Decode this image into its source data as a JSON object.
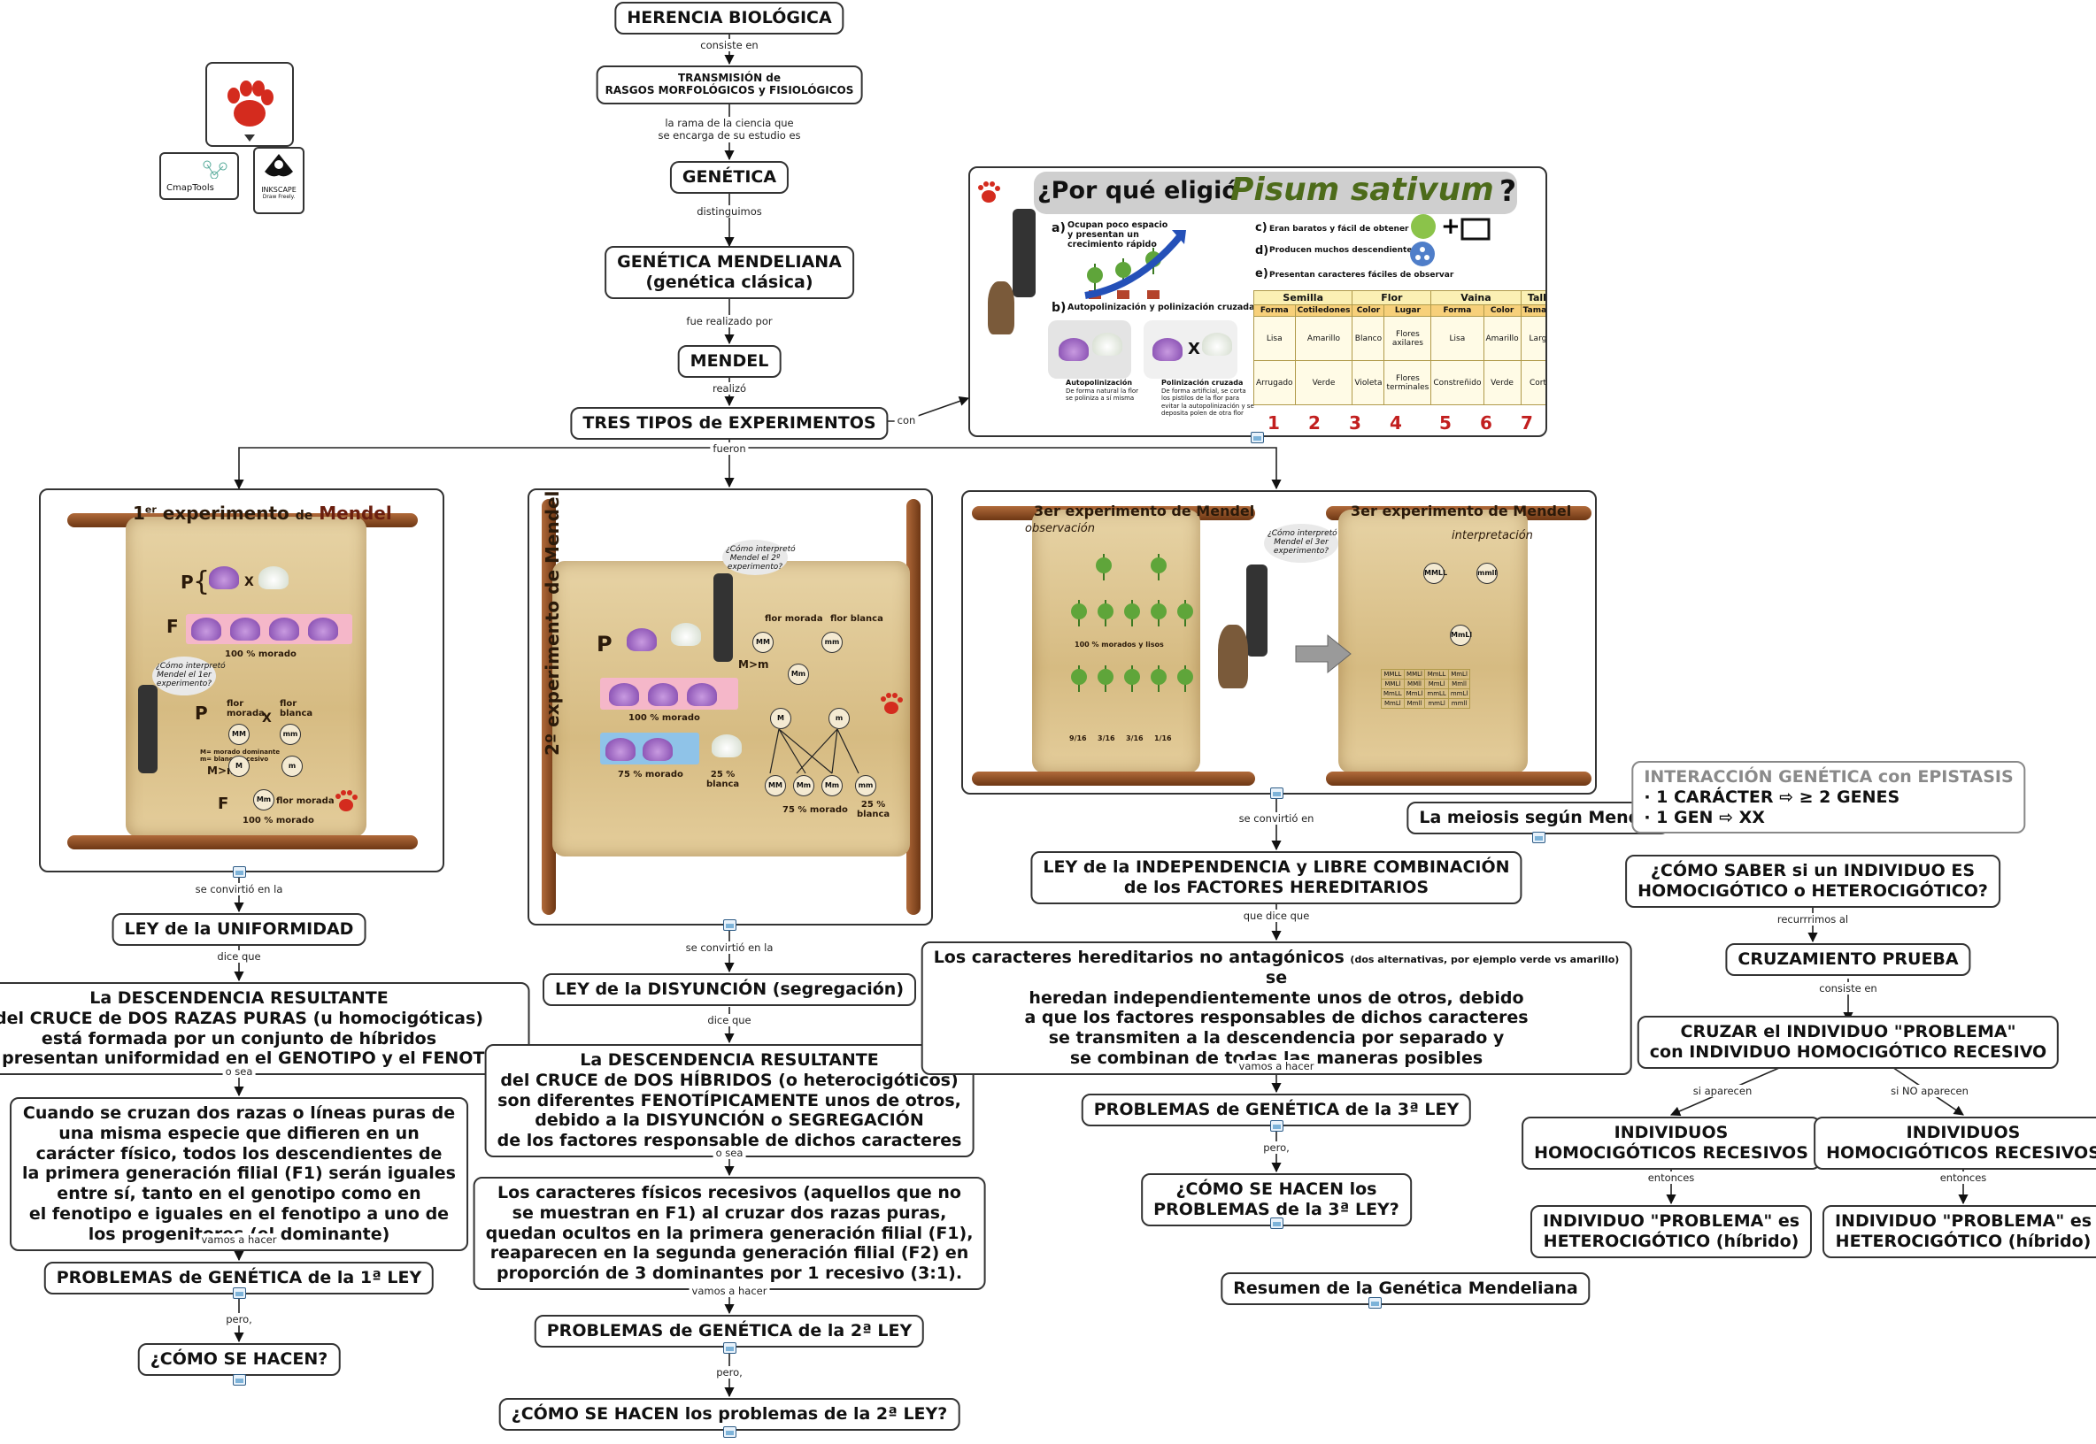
{
  "nodes": {
    "herencia": "HERENCIA BIOLÓGICA",
    "transmision_1": "TRANSMISIÓN de",
    "transmision_2": "RASGOS MORFOLÓGICOS y FISIOLÓGICOS",
    "genetica": "GENÉTICA",
    "mendeliana_1": "GENÉTICA MENDELIANA",
    "mendeliana_2": "(genética clásica)",
    "mendel": "MENDEL",
    "tres_tipos": "TRES TIPOS de EXPERIMENTOS",
    "ley_uniformidad": "LEY de la UNIFORMIDAD",
    "uniformidad_desc": "La DESCENDENCIA RESULTANTE\ndel CRUCE de DOS RAZAS PURAS (u homocigóticas)\nestá formada por un conjunto de híbridos\nque presentan uniformidad en el GENOTIPO y el FENOTIPO",
    "uniformidad_detalle": "Cuando se cruzan dos razas o líneas puras de\nuna misma especie que difieren en un\ncarácter físico, todos los descendientes de\nla primera generación filial (F1) serán iguales\nentre sí, tanto en el genotipo como en\nel fenotipo e iguales en el fenotipo a uno de\nlos progenitores (el dominante)",
    "problemas_1": "PROBLEMAS de GENÉTICA de la 1ª LEY",
    "como_1": "¿CÓMO SE HACEN?",
    "ley_disyuncion": "LEY de la DISYUNCIÓN (segregación)",
    "disyuncion_desc": "La DESCENDENCIA RESULTANTE\ndel CRUCE de DOS HÍBRIDOS (o heterocigóticos)\nson diferentes FENOTÍPICAMENTE unos de otros,\ndebido a la DISYUNCIÓN o SEGREGACIÓN\nde los factores responsable de dichos caracteres",
    "disyuncion_detalle": "Los caracteres físicos recesivos (aquellos que no\nse muestran en F1) al cruzar dos razas puras,\nquedan ocultos en la primera generación filial (F1),\nreaparecen en la segunda generación filial (F2) en\nproporción de 3 dominantes por 1 recesivo (3:1).",
    "problemas_2": "PROBLEMAS de GENÉTICA de la 2ª LEY",
    "como_2": "¿CÓMO SE HACEN los problemas de la 2ª LEY?",
    "ley_independencia_1": "LEY de la INDEPENDENCIA y LIBRE COMBINACIÓN",
    "ley_independencia_2": "de los FACTORES HEREDITARIOS",
    "independencia_desc_1": "Los caracteres hereditarios no antagónicos",
    "independencia_desc_small": "(dos alternativas, por ejemplo verde vs amarillo)",
    "independencia_desc_2": "se\nheredan independientemente unos de otros, debido\na que los factores responsables de dichos caracteres\nse transmiten a la descendencia por separado y\nse combinan de todas las maneras posibles",
    "problemas_3": "PROBLEMAS de GENÉTICA de la 3ª LEY",
    "como_3": "¿CÓMO SE HACEN los\nPROBLEMAS de la 3ª LEY?",
    "meiosis": "La meiosis según Mendel",
    "resumen": "Resumen de la Genética Mendeliana",
    "epistasis_title": "INTERACCIÓN GENÉTICA con EPISTASIS",
    "epistasis_1": "· 1 CARÁCTER ⇨ ≥ 2 GENES",
    "epistasis_2": "· 1 GEN ⇨ XX",
    "como_saber": "¿CÓMO SABER si un INDIVIDUO ES\nHOMOCIGÓTICO o HETEROCIGÓTICO?",
    "cruzamiento": "CRUZAMIENTO PRUEBA",
    "cruzar": "CRUZAR el INDIVIDUO \"PROBLEMA\"\ncon INDIVIDUO HOMOCIGÓTICO RECESIVO",
    "individuos_a": "INDIVIDUOS\nHOMOCIGÓTICOS RECESIVOS",
    "individuos_b": "INDIVIDUOS\nHOMOCIGÓTICOS RECESIVOS",
    "problema_a": "INDIVIDUO \"PROBLEMA\" es\nHETEROCIGÓTICO (híbrido)",
    "problema_b": "INDIVIDUO \"PROBLEMA\" es\nHETEROCIGÓTICO (híbrido)"
  },
  "links": {
    "consiste_en": "consiste en",
    "rama": "la rama de la ciencia que\nse encarga de su estudio es",
    "distinguimos": "distinguimos",
    "fue_realizado": "fue realizado por",
    "realizo": "realizó",
    "con": "con",
    "fueron": "fueron",
    "se_convirtio_1": "se convirtió en la",
    "dice_que_1": "dice que",
    "o_sea_1": "o sea",
    "vamos_1": "vamos a hacer",
    "pero_1": "pero,",
    "se_convirtio_2": "se convirtió en la",
    "dice_que_2": "dice que",
    "o_sea_2": "o sea",
    "vamos_2": "vamos a hacer",
    "pero_2": "pero,",
    "se_convirtio_3": "se convirtió en",
    "que_dice": "que dice que",
    "vamos_3": "vamos a hacer",
    "pero_3": "pero,",
    "recurrimos": "recurrrimos al",
    "consiste_en_2": "consiste en",
    "si_aparecen": "si aparecen",
    "si_no": "si NO aparecen",
    "entonces_a": "entonces",
    "entonces_b": "entonces"
  },
  "pisum": {
    "title_pre": "¿Por qué eligió",
    "title_species": "Pisum sativum",
    "title_post": "?",
    "a_letter": "a)",
    "a": "Ocupan poco espacio\ny presentan un\ncrecimiento rápido",
    "b_letter": "b)",
    "b": "Autopolinización y polinización cruzada",
    "c_letter": "c)",
    "c": "Eran baratos y fácil de obtener",
    "d_letter": "d)",
    "d": "Producen muchos descendientes",
    "e_letter": "e)",
    "e": "Presentan caracteres fáciles de observar",
    "auto_title": "Autopolinización",
    "auto_desc": "De forma natural la flor\nse poliniza a sí misma",
    "cruz_title": "Polinización cruzada",
    "cruz_desc": "De forma artificial, se corta\nlos pistilos de la flor para\nevitar la autopolinización y se\ndeposita polen de otra flor",
    "table_groups": [
      "Semilla",
      "Flor",
      "Vaina",
      "Tallo"
    ],
    "table_sub": [
      "Forma",
      "Cotiledones",
      "Color",
      "Lugar",
      "Forma",
      "Color",
      "Tamaño"
    ],
    "row1": [
      "Lisa",
      "Amarillo",
      "Blanco",
      "Flores axilares",
      "Lisa",
      "Amarillo",
      "Largo"
    ],
    "row2": [
      "Arrugado",
      "Verde",
      "Violeta",
      "Flores terminales",
      "Constreñido",
      "Verde",
      "Corto"
    ],
    "numbers": [
      "1",
      "2",
      "3",
      "4",
      "5",
      "6",
      "7"
    ]
  },
  "exp1": {
    "title_sup": "er",
    "title_num": "1",
    "title_rest": "experimento",
    "title_de": "de",
    "title_mendel": "Mendel",
    "p": "P",
    "f1": "F",
    "cross": "X",
    "pct": "100 % morado",
    "bubble": "¿Cómo interpretó\nMendel el 1er\nexperimento?",
    "flor_morada": "flor\nmorada",
    "flor_blanca": "flor\nblanca",
    "mm_note": "M= morado dominante\nm= blanco recesivo",
    "dominance": "M>m",
    "f1_label": "flor morada",
    "pct2": "100 % morado"
  },
  "exp2": {
    "title": "2º experimento de Mendel",
    "bubble": "¿Cómo interpretó\nMendel el 2º\nexperimento?",
    "pct_f1": "100 % morado",
    "pct_f2a": "75 % morado",
    "pct_f2b": "25 %\nblanca",
    "pct_f2c": "75 % morado",
    "pct_f2d": "25 %\nblanca",
    "flor_morada": "flor morada",
    "flor_blanca": "flor blanca",
    "dominance": "M>m"
  },
  "exp3": {
    "title_left": "3er experimento de Mendel",
    "sub_left": "observación",
    "title_right": "3er experimento de Mendel",
    "sub_right": "interpretación",
    "bubble": "¿Cómo interpretó\nMendel el 3er\nexperimento?",
    "pct": "100 % morados y lisos",
    "ratios": [
      "9/16",
      "3/16",
      "3/16",
      "1/16"
    ]
  },
  "logos": {
    "cmap": "CmapTools",
    "inkscape": "INKSCAPE",
    "inkscape_sub": "Draw Freely."
  },
  "colors": {
    "border": "#333333",
    "parchment": "#d6bb82",
    "rod": "#6e3714",
    "pisum_green": "#4d6b1a",
    "number_red": "#c21f1f"
  }
}
